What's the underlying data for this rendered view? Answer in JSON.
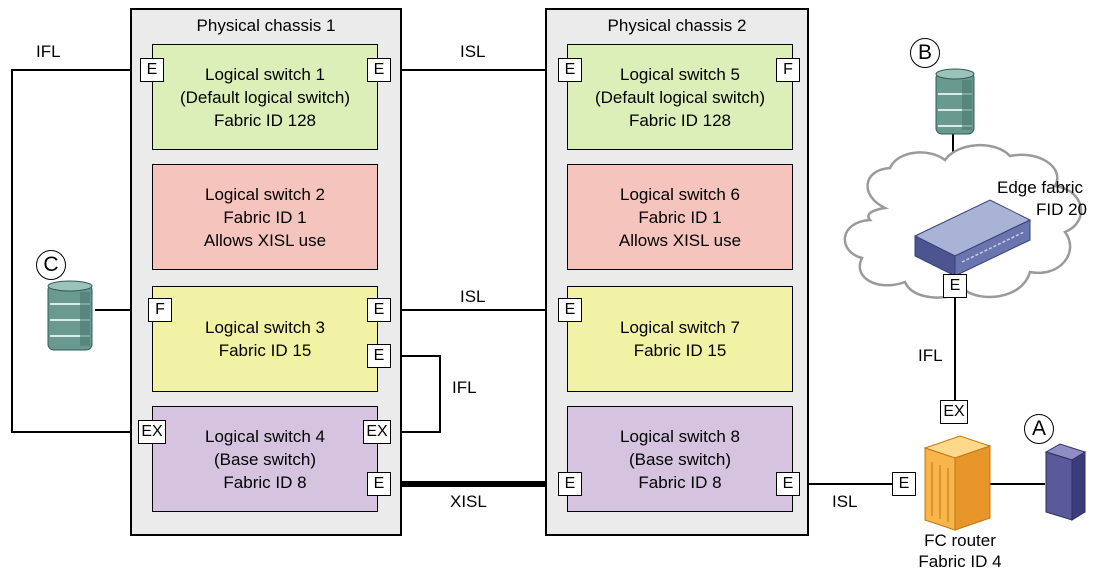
{
  "chassis": [
    {
      "title": "Physical chassis 1"
    },
    {
      "title": "Physical chassis 2"
    }
  ],
  "switches": {
    "ls1": [
      "Logical switch 1",
      "(Default logical switch)",
      "Fabric ID 128"
    ],
    "ls2": [
      "Logical switch 2",
      "Fabric ID 1",
      "Allows XISL use"
    ],
    "ls3": [
      "Logical switch 3",
      "Fabric ID 15"
    ],
    "ls4": [
      "Logical switch 4",
      "(Base switch)",
      "Fabric ID 8"
    ],
    "ls5": [
      "Logical switch 5",
      "(Default logical switch)",
      "Fabric ID 128"
    ],
    "ls6": [
      "Logical switch 6",
      "Fabric ID 1",
      "Allows XISL use"
    ],
    "ls7": [
      "Logical switch 7",
      "Fabric ID 15"
    ],
    "ls8": [
      "Logical switch 8",
      "(Base switch)",
      "Fabric ID 8"
    ]
  },
  "ports": {
    "e": "E",
    "f": "F",
    "ex": "EX"
  },
  "links": {
    "ifl": "IFL",
    "isl": "ISL",
    "xisl": "XISL"
  },
  "edge_fabric": [
    "Edge fabric",
    "FID 20"
  ],
  "fc_router": [
    "FC router",
    "Fabric ID 4"
  ],
  "markers": {
    "a": "A",
    "b": "B",
    "c": "C"
  },
  "colors": {
    "chassis_bg": "#ebebeb",
    "default_switch": "#dcefb8",
    "xisl_switch": "#f5c4bc",
    "fid15_switch": "#f1f2a6",
    "base_switch": "#d6c3e0",
    "storage": "#6a9a8f",
    "router": "#f8b54a",
    "host": "#5a5a9a"
  }
}
